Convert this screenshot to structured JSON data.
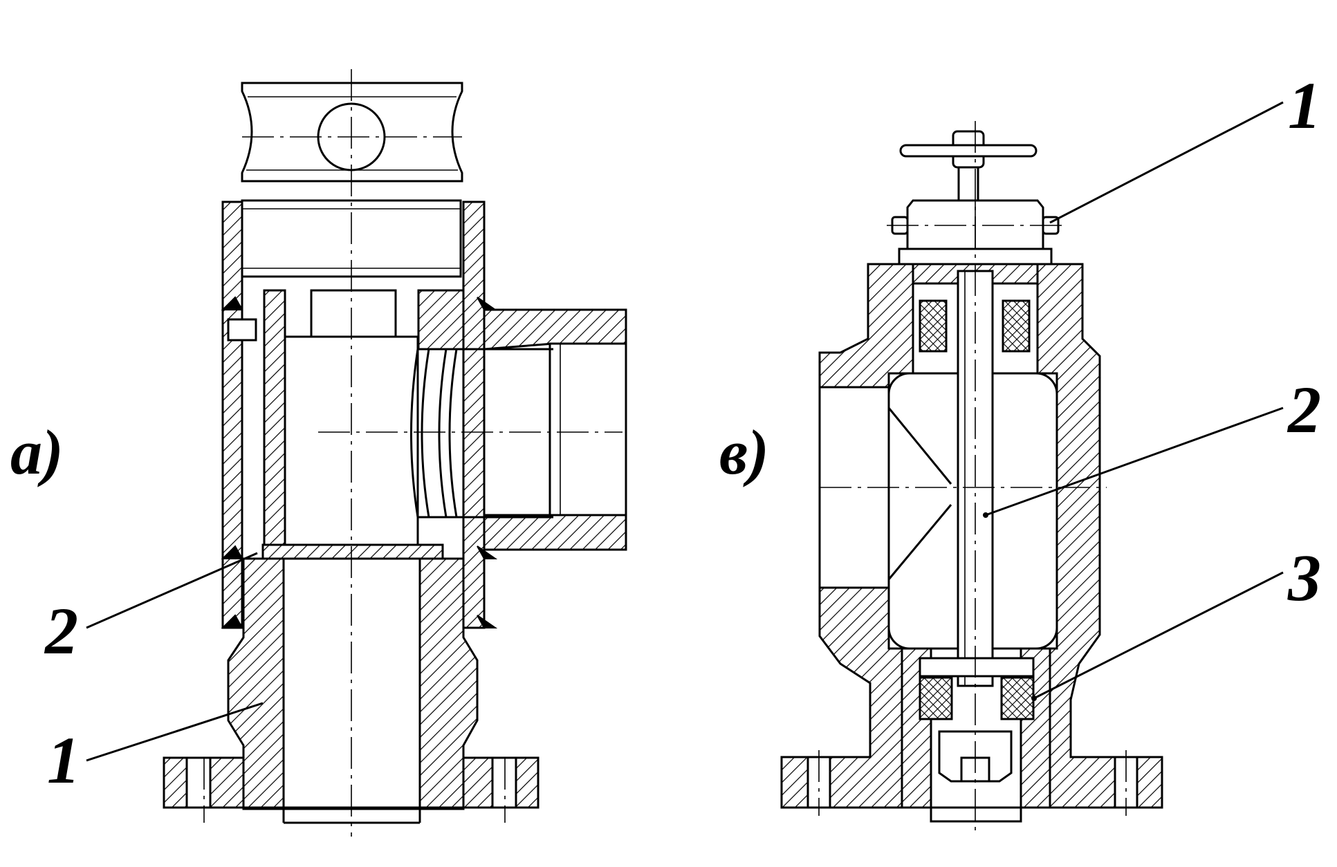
{
  "figure": {
    "panel_a": {
      "label": "а)",
      "callouts": [
        "2",
        "1"
      ]
    },
    "panel_b": {
      "label": "в)",
      "callouts": [
        "1",
        "2",
        "3"
      ]
    }
  }
}
